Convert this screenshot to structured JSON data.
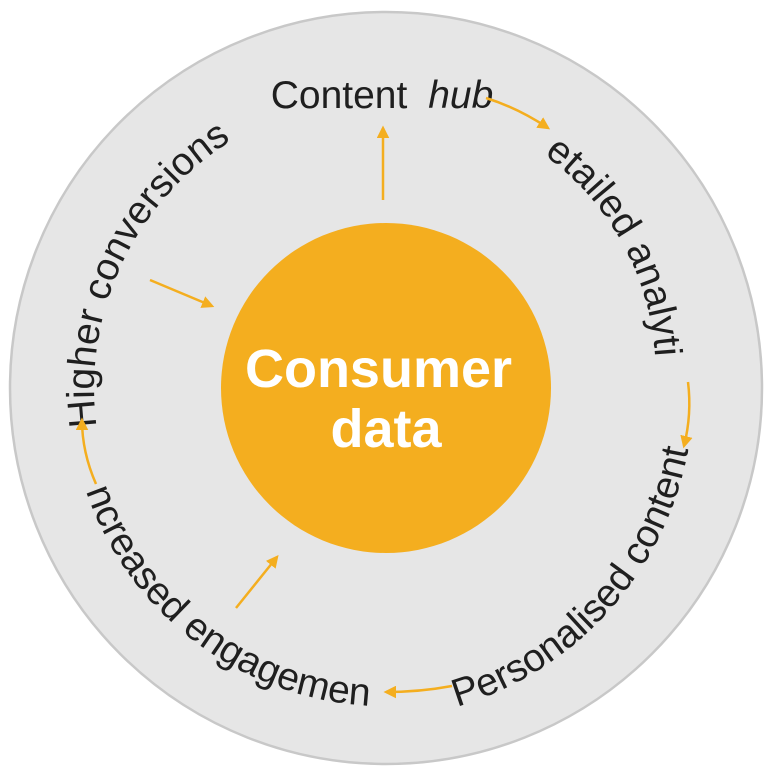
{
  "center": {
    "line1": "Consumer",
    "line2": "data"
  },
  "steps": {
    "content_hub": {
      "word1": "Content",
      "word2": "hub"
    },
    "detailed_analytics": "Detailed analytics",
    "personalised_content": "Personalised content",
    "increased_engagement": "Increased engagement",
    "higher_conversions": "Higher conversions"
  },
  "colors": {
    "outer_ring_fill": "#e6e6e6",
    "outer_ring_stroke": "#c8c8c8",
    "center_fill": "#f4ae1f",
    "arrow": "#f4ae1f",
    "label_text": "#1f1f1f",
    "center_text": "#ffffff"
  }
}
